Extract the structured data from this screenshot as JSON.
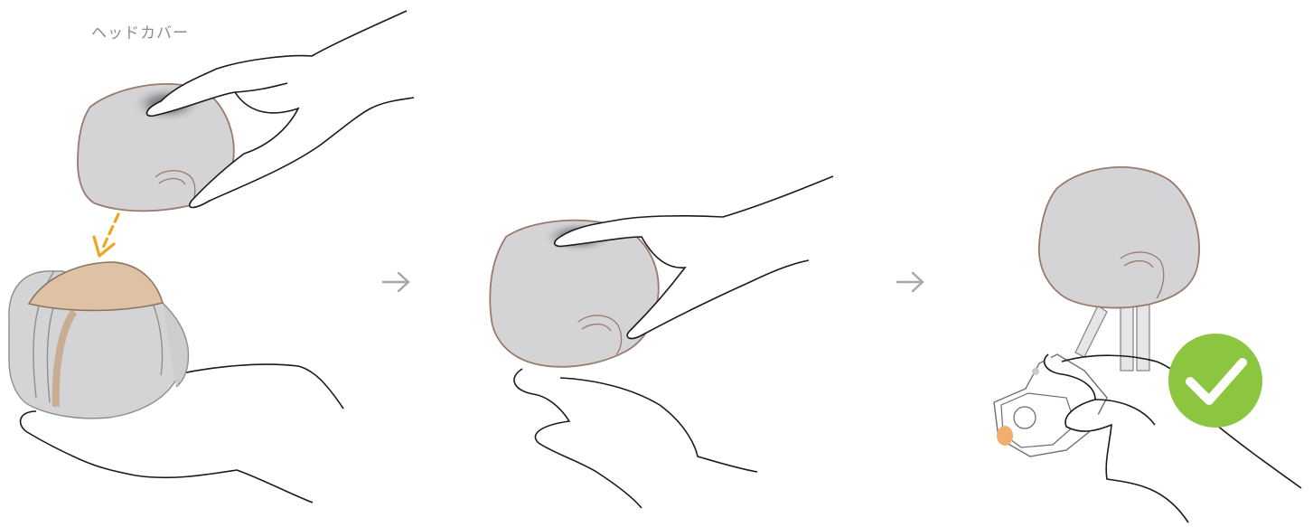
{
  "labels": {
    "head_cover": "ヘッドカバー"
  },
  "steps": [
    {
      "id": "step-1",
      "description_icon": "hand-placing-head-cover"
    },
    {
      "id": "step-2",
      "description_icon": "hand-pressing-head-cover"
    },
    {
      "id": "step-3",
      "description_icon": "head-cover-attached"
    }
  ],
  "icons": {
    "step_arrow": "arrow-right-icon",
    "placement_arrow": "dashed-down-left-arrow-icon",
    "success": "checkmark-icon"
  },
  "colors": {
    "cover_gray": "#d4d4d6",
    "cover_outline": "#9a7a6c",
    "inner_cap": "#dfc2a3",
    "guide_arrow": "#f0a522",
    "success_green": "#8cc540",
    "step_arrow": "#a6a6a6",
    "line": "#1a1a1a",
    "button_orange": "#f3ad6f"
  }
}
